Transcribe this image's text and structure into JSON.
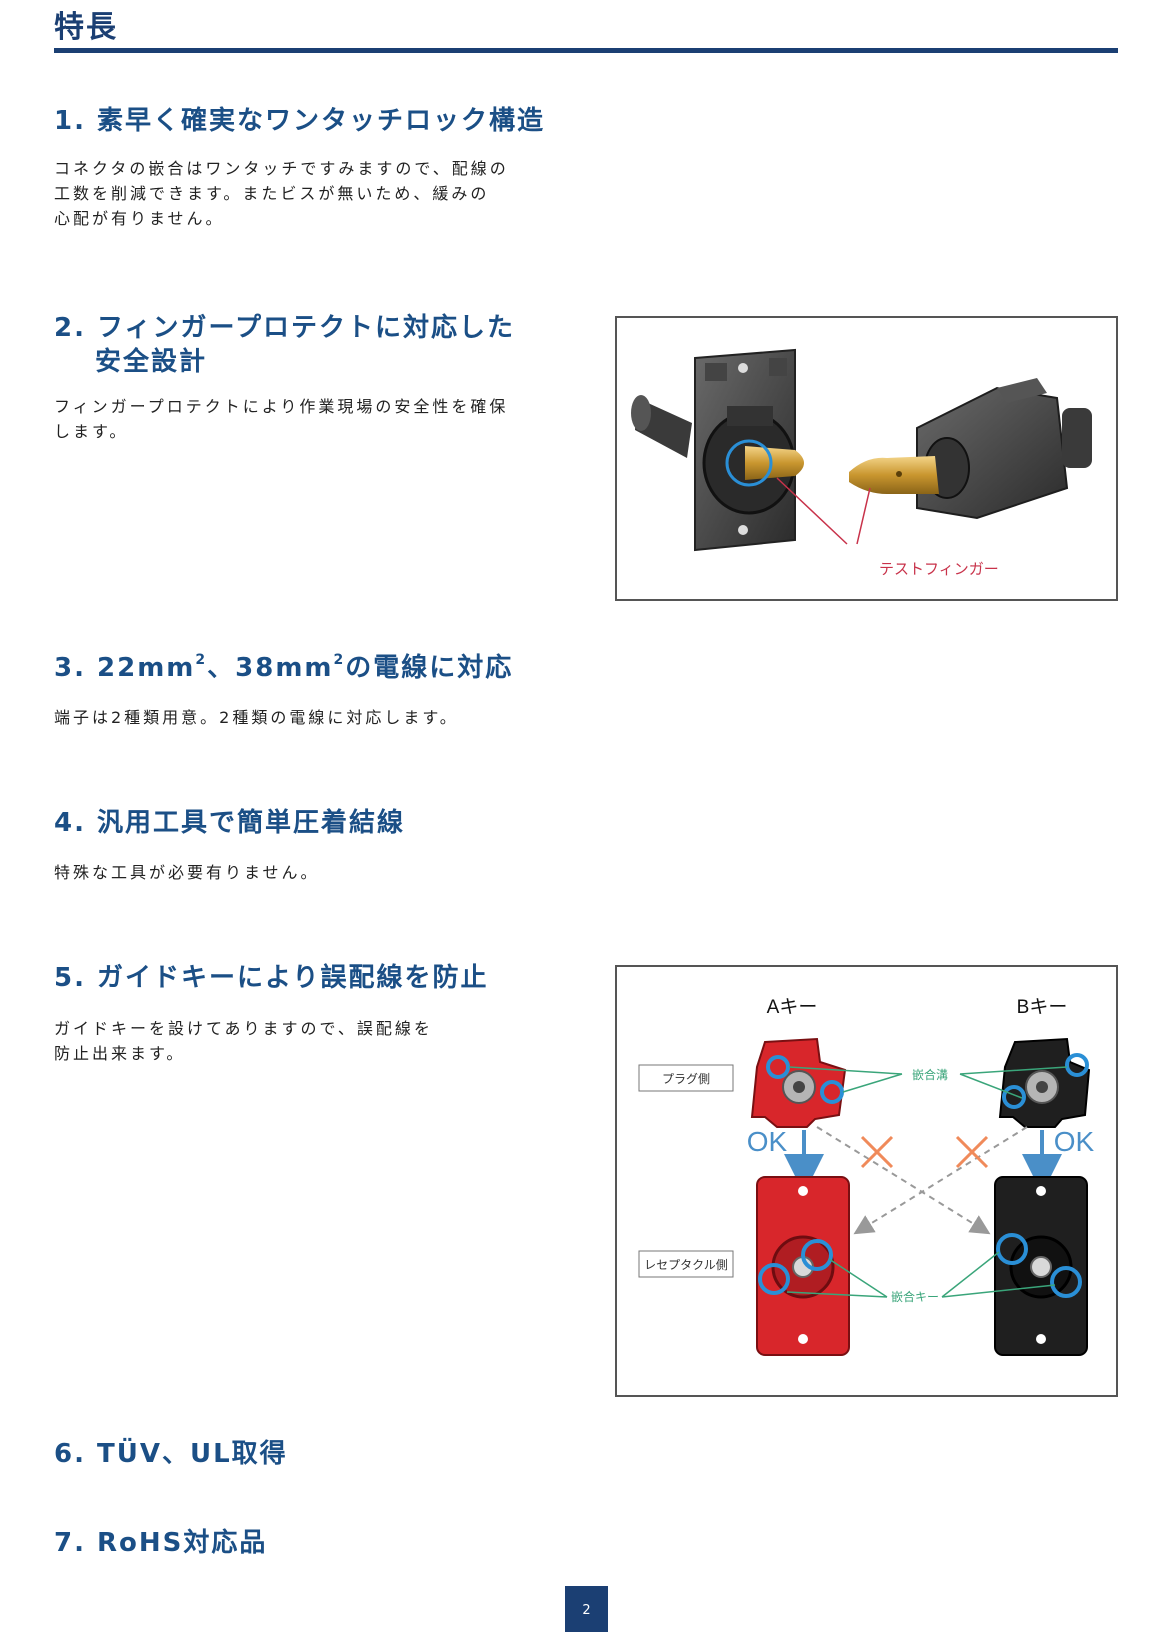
{
  "page": {
    "title": "特長",
    "page_number": "2"
  },
  "colors": {
    "navy": "#1b3f73",
    "heading_blue": "#1b4f86",
    "callout_red": "#c8324a",
    "marker_blue": "#2a8fd6",
    "label_green": "#3aa57a",
    "cross_orange": "#f08a5a"
  },
  "sections": [
    {
      "number": "1.",
      "heading": "素早く確実なワンタッチロック構造",
      "body": [
        "コネクタの嵌合はワンタッチですみますので、配線の",
        "工数を削減できます。またビスが無いため、緩みの",
        "心配が有りません。"
      ]
    },
    {
      "number": "2.",
      "heading": "フィンガープロテクトに対応した",
      "heading_line2": "安全設計",
      "body": [
        "フィンガープロテクトにより作業現場の安全性を確保",
        "します。"
      ]
    },
    {
      "number": "3.",
      "heading_parts": [
        "22mm",
        "2",
        "、38mm",
        "2",
        "の電線に対応"
      ],
      "body": [
        "端子は2種類用意。2種類の電線に対応します。"
      ]
    },
    {
      "number": "4.",
      "heading": "汎用工具で簡単圧着結線",
      "body": [
        "特殊な工具が必要有りません。"
      ]
    },
    {
      "number": "5.",
      "heading": "ガイドキーにより誤配線を防止",
      "body": [
        "ガイドキーを設けてありますので、誤配線を",
        "防止出来ます。"
      ]
    },
    {
      "number": "6.",
      "heading": "TÜV、UL取得"
    },
    {
      "number": "7.",
      "heading": "RoHS対応品"
    }
  ],
  "figure_finger": {
    "callout": "テストフィンガー"
  },
  "figure_keys": {
    "key_a": "Aキー",
    "key_b": "Bキー",
    "plug_side": "プラグ側",
    "receptacle_side": "レセプタクル側",
    "groove_label": "嵌合溝",
    "key_label": "嵌合キー",
    "ok_left": "OK",
    "ok_right": "OK"
  }
}
